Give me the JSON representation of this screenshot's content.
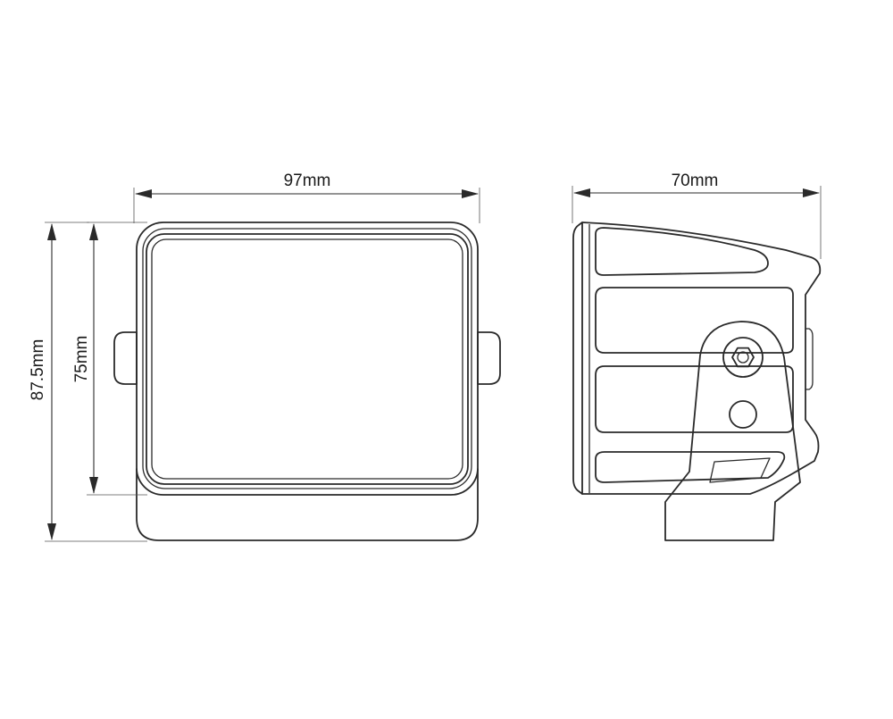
{
  "dimensions": {
    "front_width": "97mm",
    "front_inner_height": "75mm",
    "front_total_height": "87.5mm",
    "side_depth": "70mm"
  }
}
